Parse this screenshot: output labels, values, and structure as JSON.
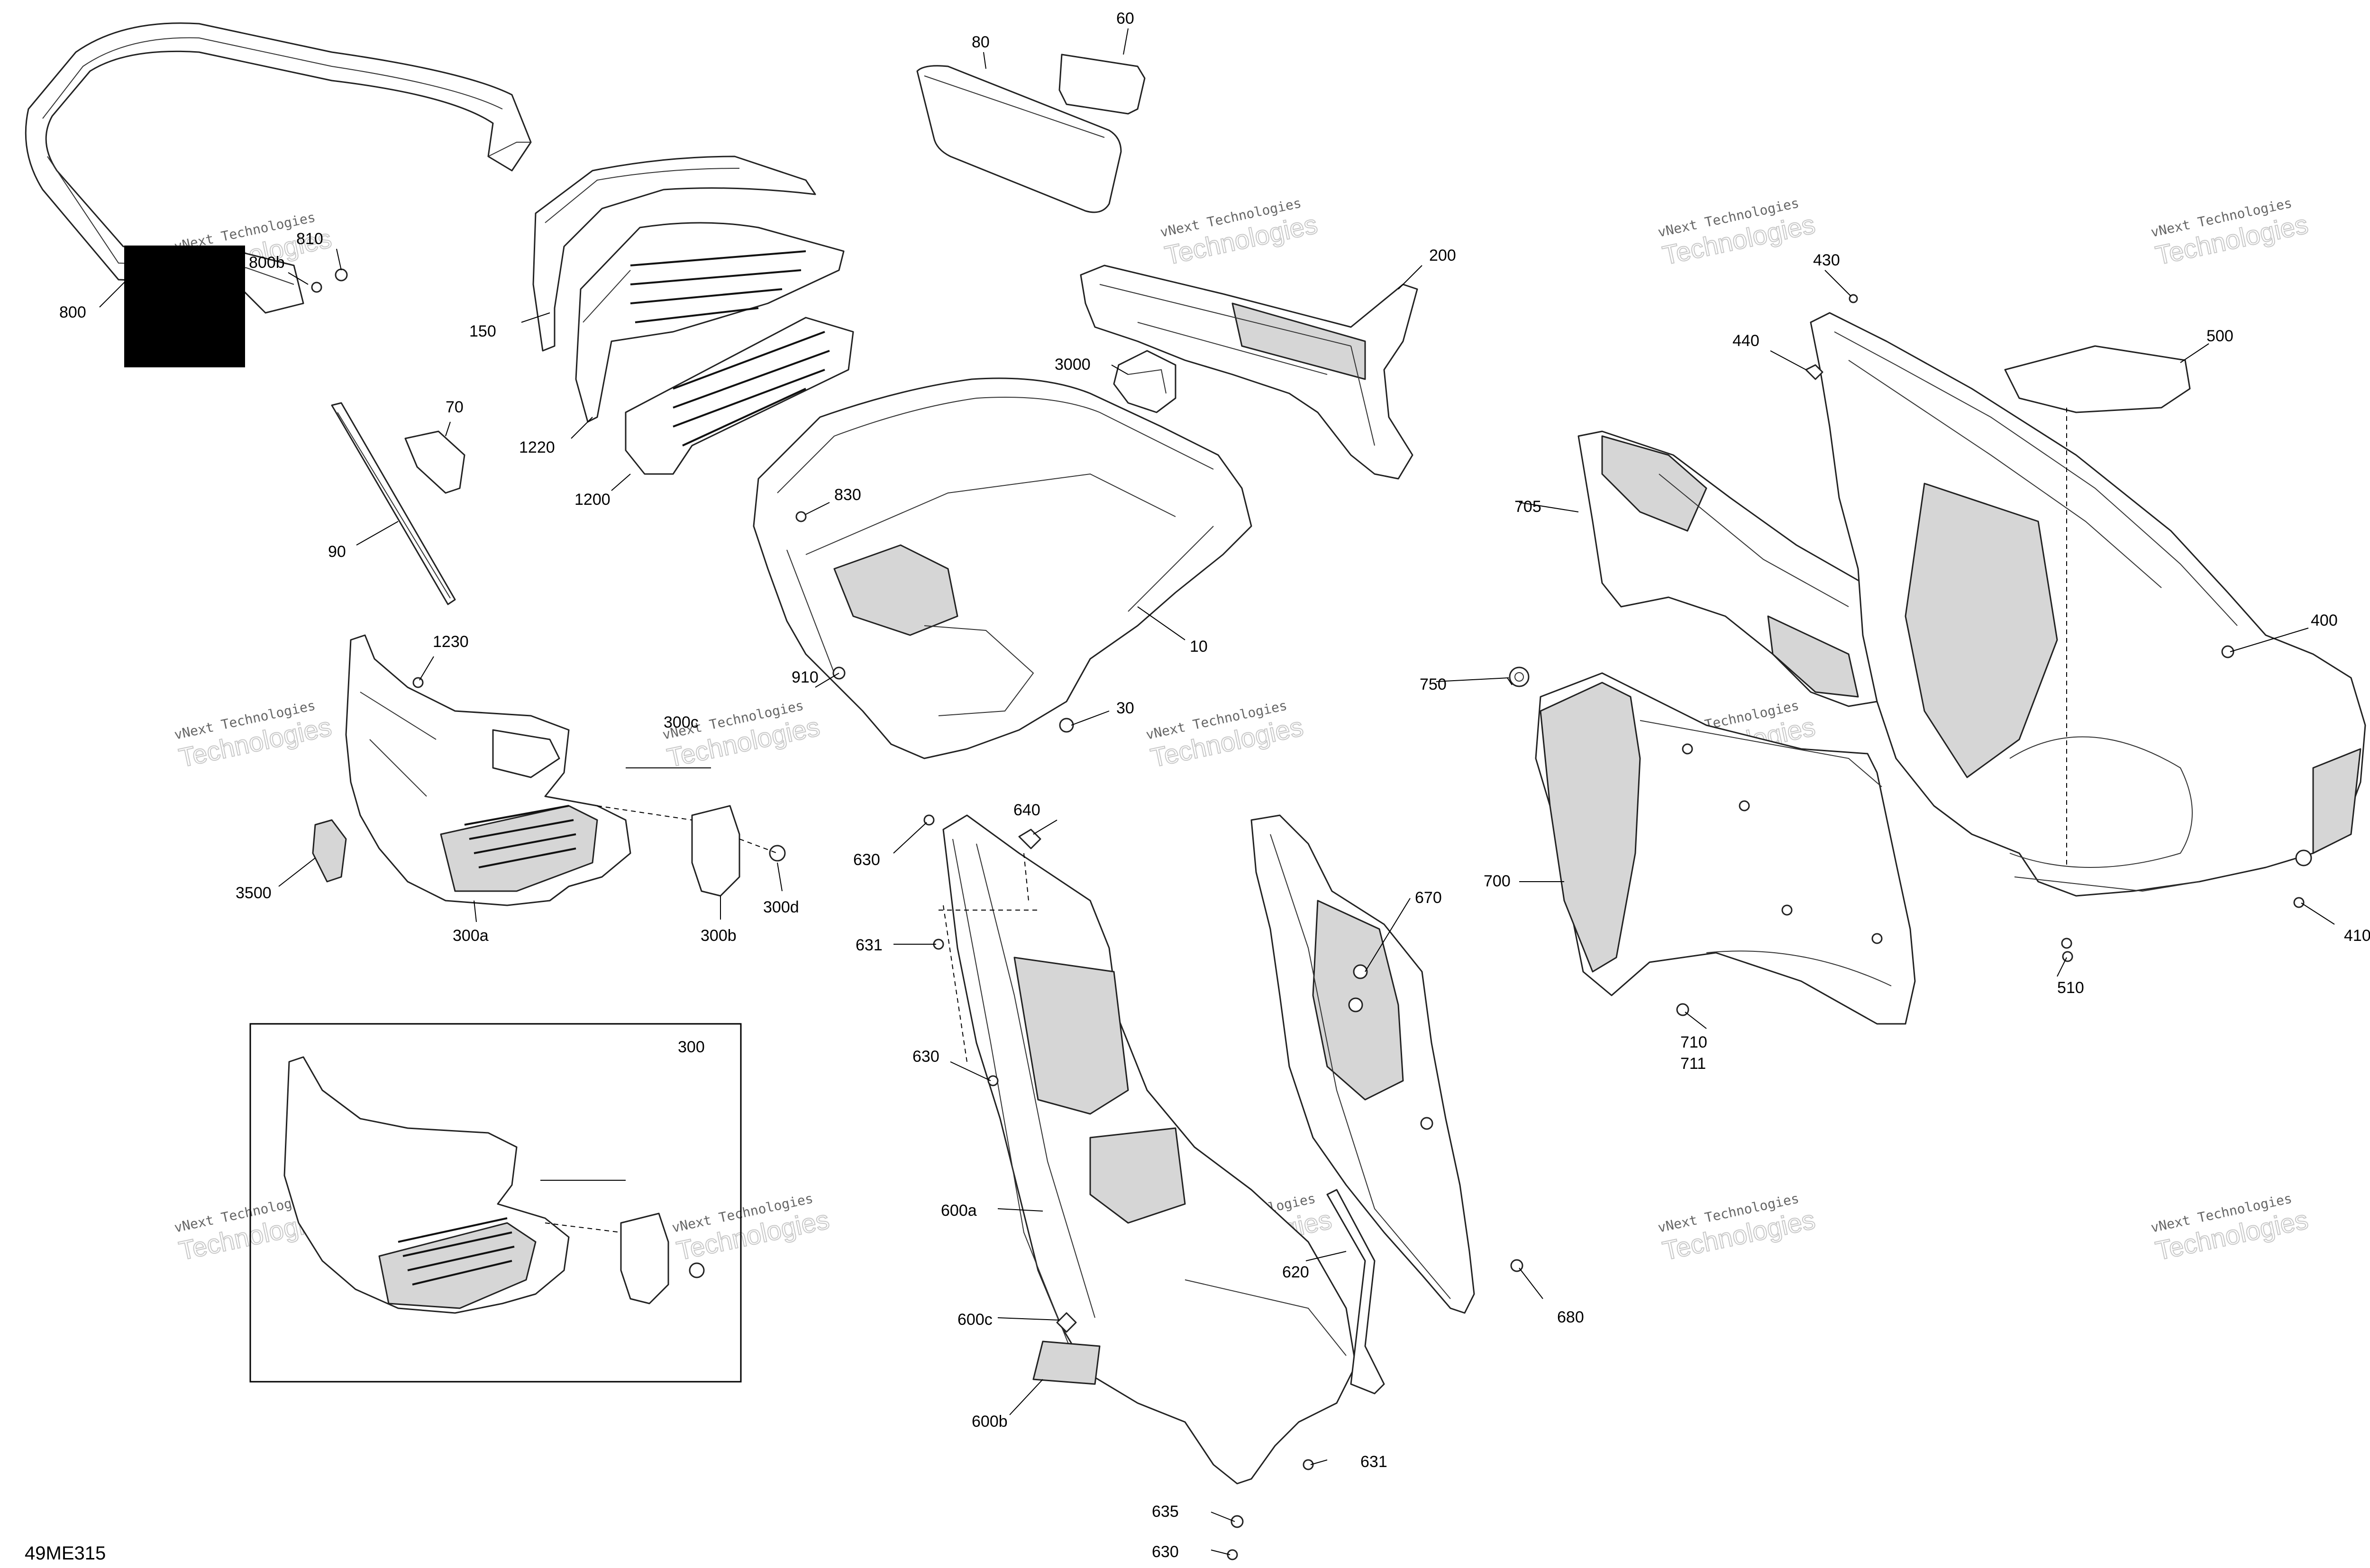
{
  "diagram": {
    "doc_id": "49ME315",
    "watermark": {
      "line1": "vNext Technologies",
      "line2": "Technologies"
    },
    "callouts": {
      "c10": "10",
      "c30": "30",
      "c60": "60",
      "c70": "70",
      "c80": "80",
      "c90": "90",
      "c150": "150",
      "c200": "200",
      "c300": "300",
      "c300a": "300a",
      "c300b": "300b",
      "c300c": "300c",
      "c300d": "300d",
      "c400": "400",
      "c410": "410",
      "c430": "430",
      "c440": "440",
      "c500": "500",
      "c510": "510",
      "c600a": "600a",
      "c600b": "600b",
      "c600c": "600c",
      "c620": "620",
      "c630_top": "630",
      "c630_mid": "630",
      "c630_bottom": "630",
      "c631_top": "631",
      "c631_bottom": "631",
      "c635": "635",
      "c640": "640",
      "c670": "670",
      "c680": "680",
      "c700": "700",
      "c705": "705",
      "c710": "710",
      "c711": "711",
      "c750": "750",
      "c800": "800",
      "c800b": "800b",
      "c810": "810",
      "c830": "830",
      "c910": "910",
      "c1200": "1200",
      "c1220": "1220",
      "c1230": "1230",
      "c3000": "3000",
      "c3500": "3500"
    }
  }
}
